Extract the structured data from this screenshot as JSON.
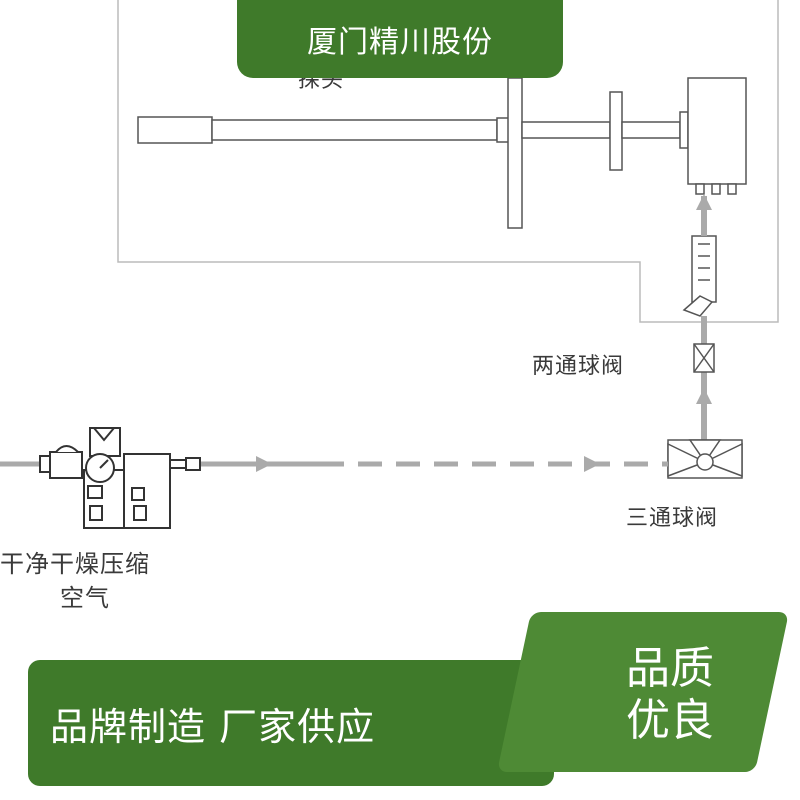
{
  "labels": {
    "probe": "探头",
    "two_way_valve": "两通球阀",
    "three_way_valve": "三通球阀",
    "air_line1": "干净干燥压缩",
    "air_line2": "空气"
  },
  "banners": {
    "top": "厦门精川股份",
    "bottom": "品牌制造  厂家供应",
    "badge_line1": "品质",
    "badge_line2": "优良"
  },
  "colors": {
    "banner_green": "#3f7a2a",
    "badge_green": "#4e8a35",
    "line_gray": "#aaaaaa",
    "outline_gray": "#555555"
  }
}
